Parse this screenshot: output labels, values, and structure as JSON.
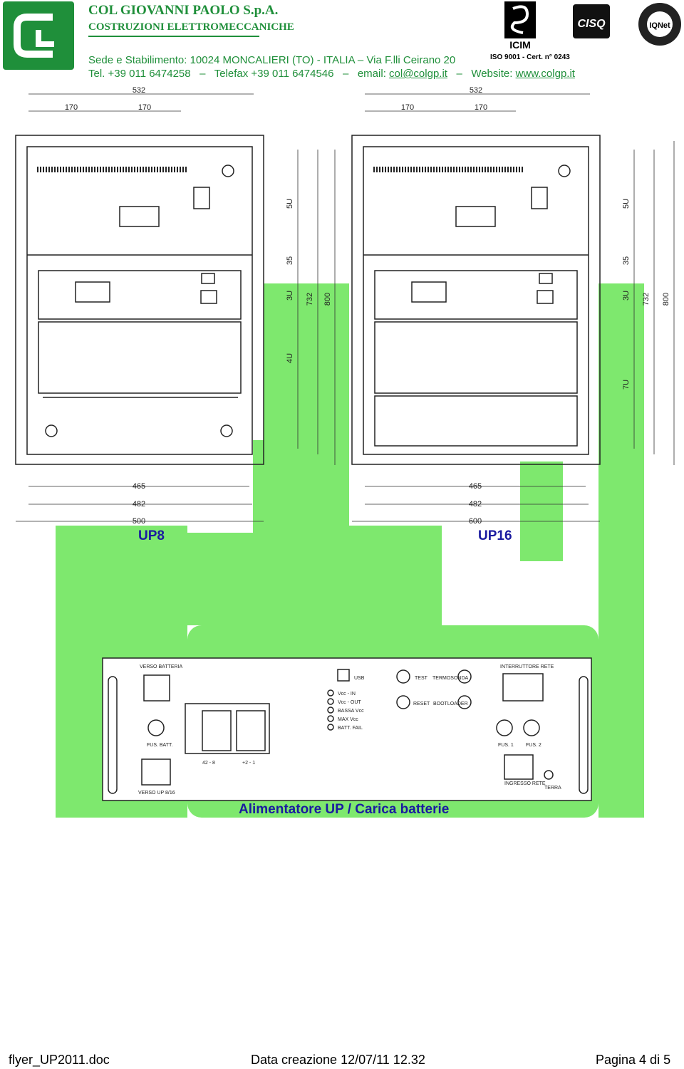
{
  "header": {
    "company_name": "COL GIOVANNI PAOLO S.p.A.",
    "company_subtitle": "COSTRUZIONI ELETTROMECCANICHE",
    "address": "Sede e Stabilimento: 10024 MONCALIERI  (TO) - ITALIA – Via F.lli Ceirano 20",
    "phone": "Tel. +39 011 6474258",
    "fax": "Telefax +39 011 6474546",
    "email_label": "email:",
    "email": "col@colgp.it",
    "website_label": "Website:",
    "website": "www.colgp.it",
    "iso_cert": "ISO 9001 - Cert. n° 0243",
    "cert_logos": [
      "ICIM",
      "CISQ",
      "IQNet"
    ]
  },
  "drawing": {
    "up8_dims": {
      "width_top": "532",
      "col_a": "170",
      "col_b": "170",
      "w1": "465",
      "w2": "482",
      "w3": "500"
    },
    "up16_dims": {
      "width_top": "532",
      "col_a": "170",
      "col_b": "170",
      "w1": "465",
      "w2": "482",
      "w3": "600"
    },
    "side_dims_up8": [
      "5U",
      "35",
      "3U",
      "732",
      "800",
      "4U"
    ],
    "side_dims_up16": [
      "5U",
      "35",
      "3U",
      "732",
      "800",
      "7U"
    ],
    "label_up8": "UP8",
    "label_up16": "UP16",
    "panel": {
      "verso_batteria": "VERSO BATTERIA",
      "usb": "USB",
      "test": "TEST",
      "termosonda": "TERMOSONDA",
      "interruttore_rete": "INTERRUTTORE RETE",
      "reset": "RESET",
      "bootloader": "BOOTLOADER",
      "leds": [
        "Vcc - IN",
        "Vcc - OUT",
        "BASSA Vcc",
        "MAX Vcc",
        "BATT. FAIL"
      ],
      "fus_batt": "FUS. BATT.",
      "fus1": "FUS. 1",
      "fus2": "FUS. 2",
      "out_a": "42 - 8",
      "out_b": "+2 - 1",
      "verso_up": "VERSO UP 8/16",
      "ingresso_rete": "INGRESSO RETE",
      "terra": "TERRA"
    },
    "label_alimentatore": "Alimentatore UP / Carica batterie"
  },
  "footer": {
    "filename": "flyer_UP2011.doc",
    "created": "Data creazione 12/07/11 12.32",
    "page": "Pagina 4 di 5"
  },
  "colors": {
    "brand_green": "#1f8f3a",
    "light_green": "#7ee86e",
    "label_blue": "#1a1aa0"
  }
}
